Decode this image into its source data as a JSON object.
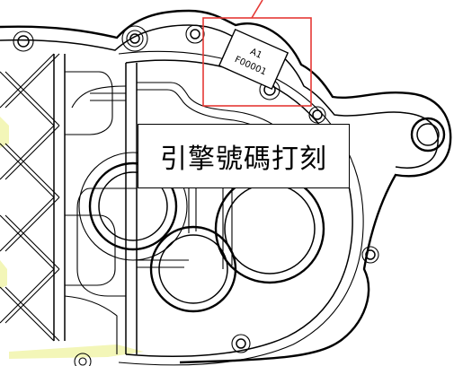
{
  "drawing": {
    "stamp_label_line1": "A1",
    "stamp_label_line2": "F00001",
    "callout_text": "引擎號碼打刻",
    "highlight_color": "#e53935",
    "line_color": "#000000",
    "accent_tint": "#f3f6b8"
  }
}
